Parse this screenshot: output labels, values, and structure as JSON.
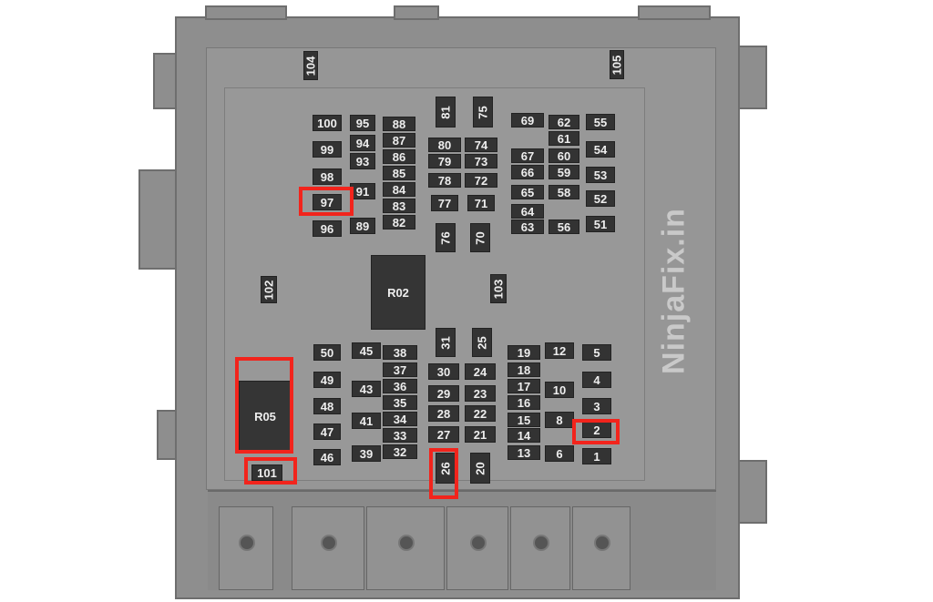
{
  "watermark": "NinjaFix.in",
  "colors": {
    "housing": "#8e8e8e",
    "fuse": "#333333",
    "highlight": "#f2241c"
  },
  "fuses": [
    "100",
    "99",
    "98",
    "97",
    "96",
    "95",
    "94",
    "93",
    "91",
    "89",
    "88",
    "87",
    "86",
    "85",
    "84",
    "83",
    "82",
    "81",
    "75",
    "80",
    "79",
    "78",
    "77",
    "74",
    "73",
    "72",
    "71",
    "76",
    "70",
    "69",
    "67",
    "66",
    "65",
    "64",
    "63",
    "62",
    "61",
    "60",
    "59",
    "58",
    "56",
    "55",
    "54",
    "53",
    "52",
    "51",
    "R02",
    "102",
    "103",
    "104",
    "105",
    "50",
    "49",
    "48",
    "47",
    "46",
    "45",
    "43",
    "41",
    "39",
    "38",
    "37",
    "36",
    "35",
    "34",
    "33",
    "32",
    "31",
    "25",
    "30",
    "29",
    "28",
    "27",
    "24",
    "23",
    "22",
    "21",
    "26",
    "20",
    "19",
    "18",
    "17",
    "16",
    "15",
    "14",
    "13",
    "12",
    "10",
    "8",
    "6",
    "5",
    "4",
    "3",
    "2",
    "1",
    "R05",
    "101"
  ],
  "highlighted": [
    "97",
    "R05",
    "101",
    "26",
    "2"
  ]
}
